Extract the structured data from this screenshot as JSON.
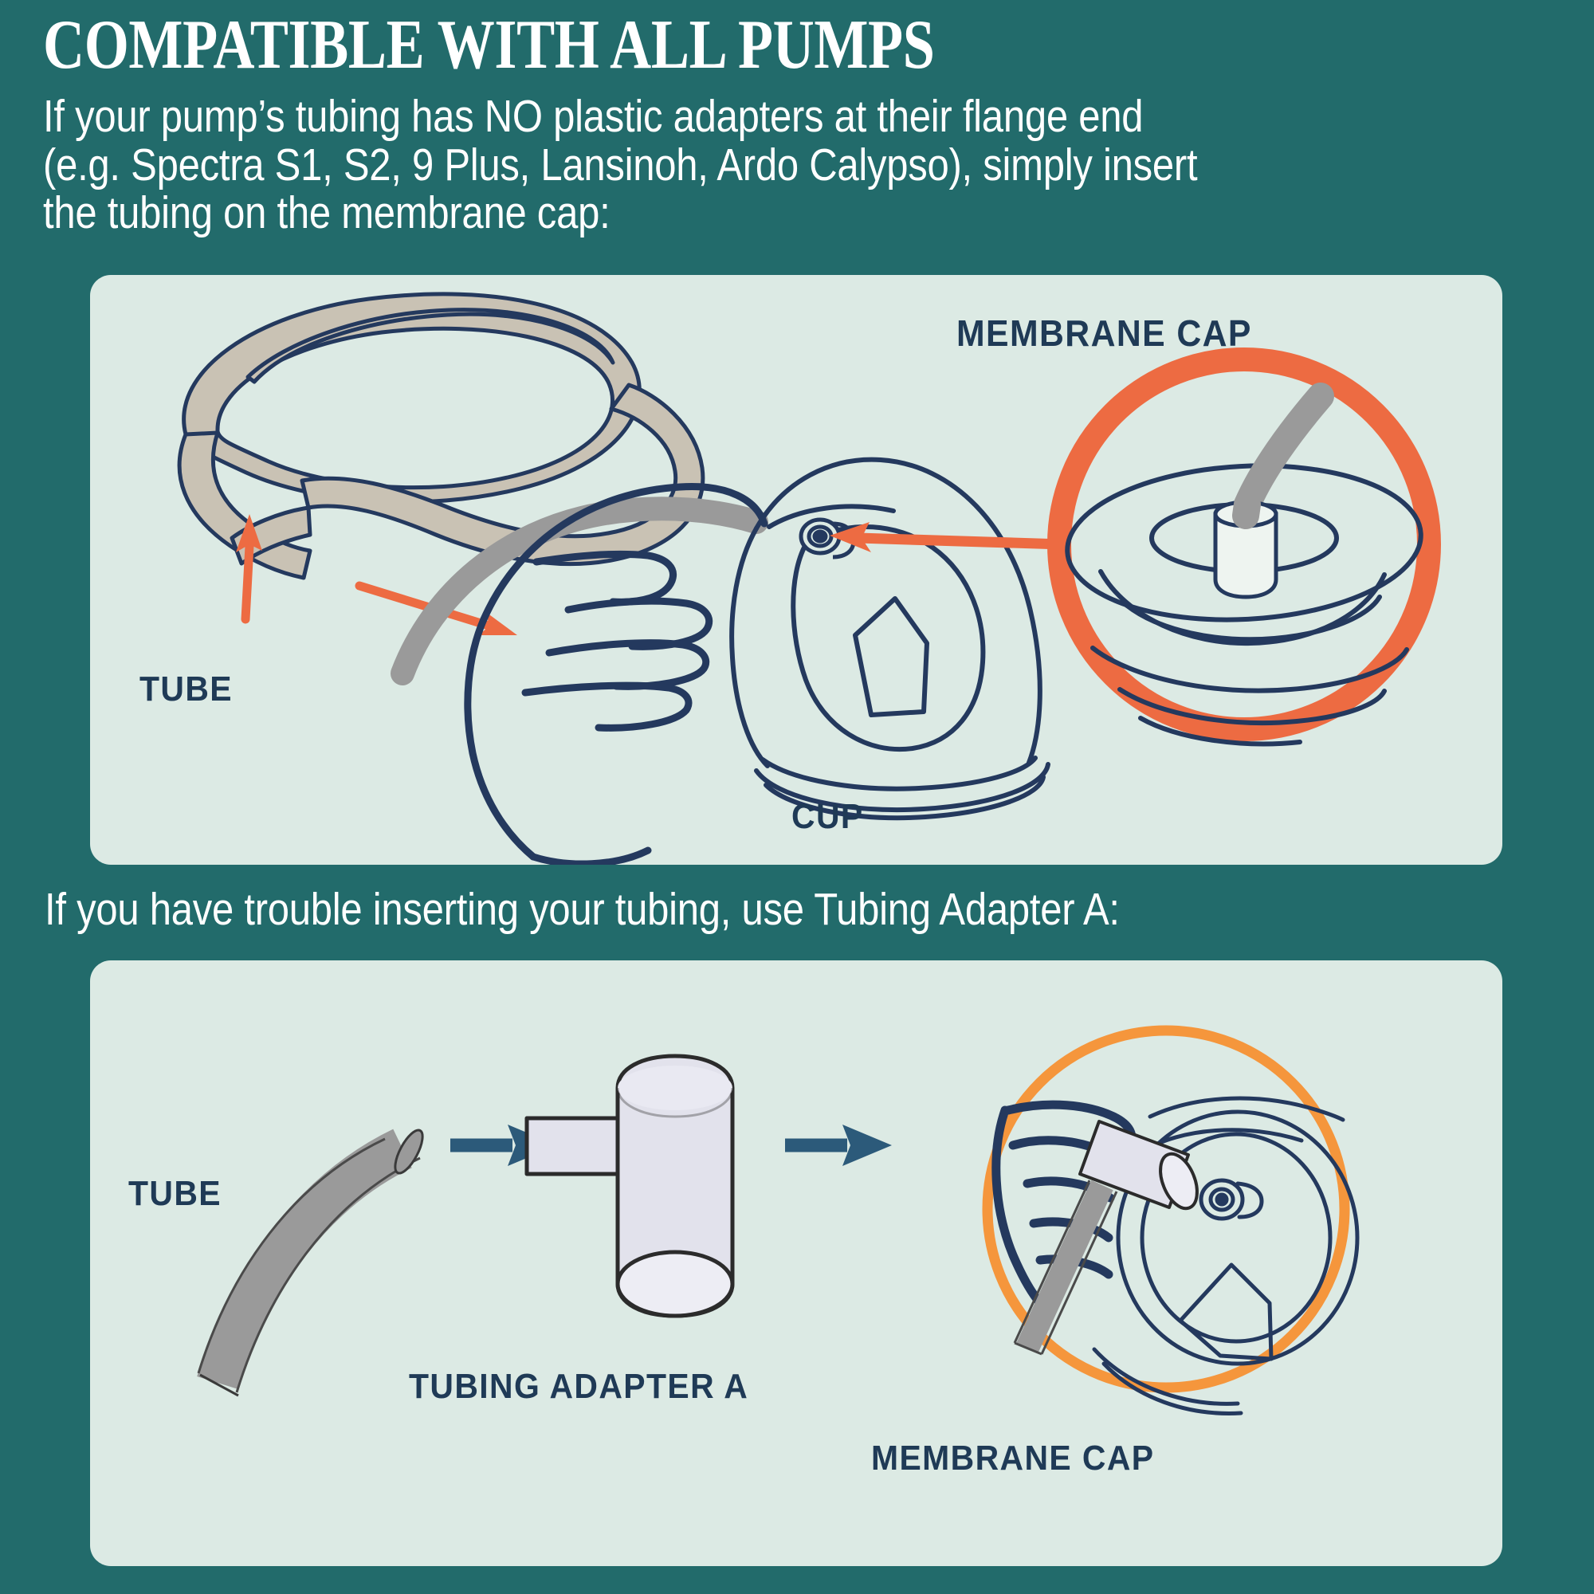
{
  "header": {
    "title": "COMPATIBLE WITH ALL PUMPS",
    "subtitle_lines": [
      "If your pump’s tubing has NO plastic adapters at their flange end",
      "(e.g. Spectra S1, S2, 9 Plus, Lansinoh, Ardo Calypso), simply insert",
      "the tubing on the membrane cap:"
    ]
  },
  "mid_heading": "If you have trouble inserting your tubing, use Tubing Adapter A:",
  "panel_one": {
    "labels": {
      "membrane_cap": "MEMBRANE CAP",
      "tube": "TUBE",
      "cup": "CUP"
    }
  },
  "panel_two": {
    "labels": {
      "tube": "TUBE",
      "tubing_adapter": "TUBING ADAPTER A",
      "membrane_cap": "MEMBRANE CAP"
    }
  },
  "colors": {
    "background_teal": "#226B6B",
    "panel_mint": "#DCEAE4",
    "accent_orange": "#ED6B42",
    "accent_orange_light": "#F5963C",
    "line_navy": "#24395E",
    "tube_gray": "#9A9A9A",
    "coil_tan": "#C9C2B4",
    "adapter_lilac": "#E2E2EC",
    "text_white": "#FFFFFF",
    "label_navy": "#1F3A56",
    "arrow_navy": "#2C5A7A"
  }
}
